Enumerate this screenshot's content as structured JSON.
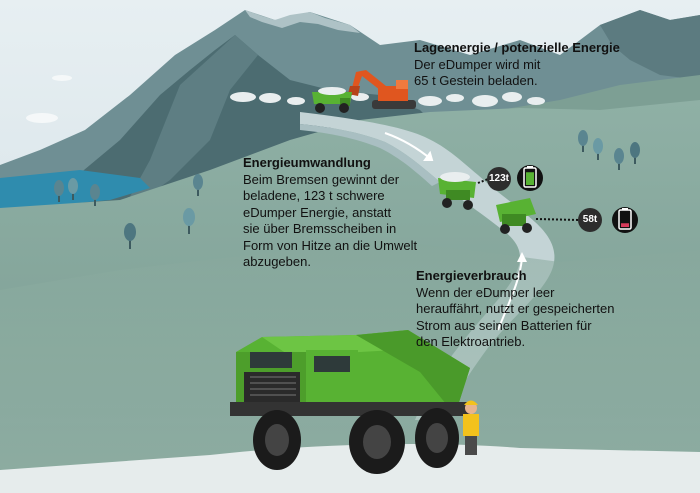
{
  "colors": {
    "sky": "#dfe9ee",
    "mountain_dark": "#4c6c71",
    "mountain_mid": "#6f8f94",
    "hill_green": "#86a79c",
    "road": "#c4d4d6",
    "truck_green": "#58b233",
    "excavator_orange": "#e0561f",
    "lake": "#2f8cae",
    "battery_full": "#58b233",
    "battery_low": "#d63a5a"
  },
  "icons": [
    "weight-icon",
    "battery-full-icon",
    "battery-low-icon",
    "arrow-icon",
    "edumper-truck-icon",
    "excavator-icon",
    "worker-icon",
    "tree-icon"
  ],
  "loading": {
    "title": "Lageenergie / potenzielle Energie",
    "text": "Der eDumper wird mit\n65 t Gestein beladen."
  },
  "conversion": {
    "title": "Energieumwandlung",
    "text": "Beim Bremsen gewinnt der\nbeladene, 123 t schwere\neDumper Energie, anstatt\nsie über Bremsscheiben in\nForm von Hitze an die Umwelt\nabzugeben."
  },
  "consumption": {
    "title": "Energieverbrauch",
    "text": "Wenn der eDumper leer\nherauffährt, nutzt er gespeicherten\nStrom aus seinen Batterien für\nden Elektroantrieb."
  },
  "weights": {
    "loaded": "123t",
    "empty": "58t"
  },
  "battery_levels": {
    "loaded_fraction": 0.85,
    "empty_fraction": 0.25
  }
}
